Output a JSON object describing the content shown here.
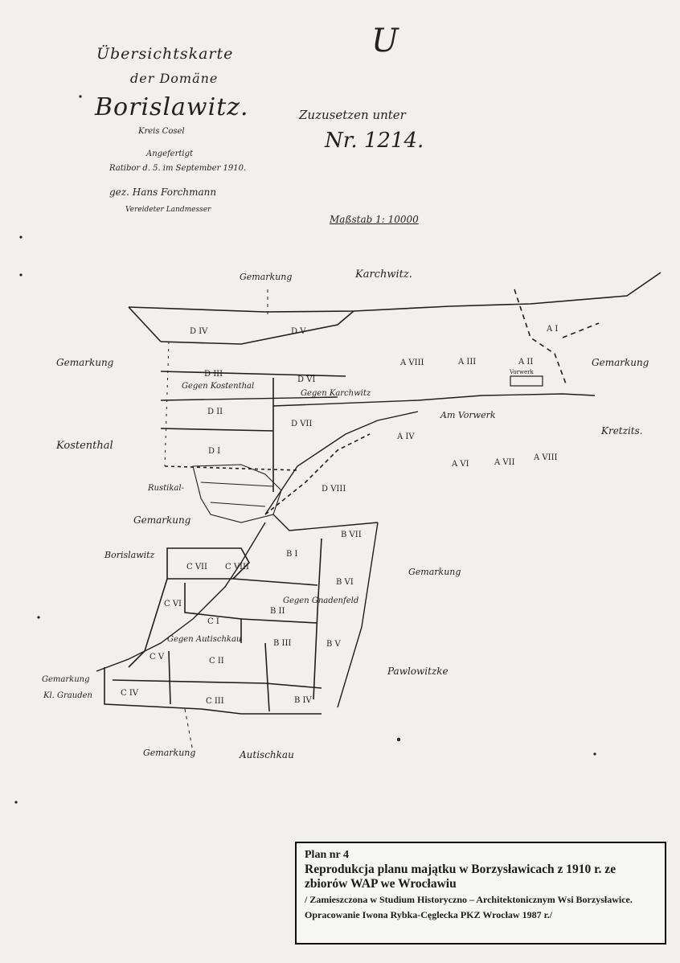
{
  "header": {
    "title_line1": "Übersichtskarte",
    "title_line2": "der Domäne",
    "title_line3": "Borislawitz.",
    "kreis": "Kreis Cosel",
    "angefertigt": "Angefertigt",
    "ratibor": "Ratibor d. 5. im September 1910.",
    "gez": "gez. Hans Forchmann",
    "vereidet": "Vereideter Landmesser",
    "mark_u": "U",
    "zusatz": "Zuzusetzen unter",
    "nr": "Nr. 1214.",
    "massstab": "Maßstab 1: 10000"
  },
  "places": {
    "gemarkung_karchwitz_1": "Gemarkung",
    "karchwitz": "Karchwitz.",
    "gemarkung_w": "Gemarkung",
    "gemarkung_e": "Gemarkung",
    "kostenthal": "Kostenthal",
    "gegen_kostenthal": "Gegen Kostenthal",
    "gegen_karchwitz": "Gegen Karchwitz",
    "am_vorwerk": "Am Vorwerk",
    "kretzits": "Kretzits.",
    "rustikal": "Rustikal-",
    "gemarkung_rust": "Gemarkung",
    "borislawitz": "Borislawitz",
    "gemarkung_se": "Gemarkung",
    "gegen_gnadenfeld": "Gegen Gnadenfeld",
    "gegen_autischkau": "Gegen Autischkau",
    "pawlowitzke": "Pawlowitzke",
    "gemarkung_kl": "Gemarkung",
    "kl_grauden": "Kl. Grauden",
    "gemarkung_s": "Gemarkung",
    "autischkau": "Autischkau"
  },
  "plots": {
    "d4": "D IV",
    "d5": "D V",
    "d3": "D III",
    "d6": "D VI",
    "d2": "D II",
    "d7": "D VII",
    "d1": "D I",
    "d8": "D VIII",
    "a1": "A I",
    "a2": "A II",
    "a3": "A III",
    "a4": "A IV",
    "a6": "A VI",
    "a7": "A VII",
    "a8": "A VIII",
    "b1": "B I",
    "b2": "B II",
    "b3": "B III",
    "b4": "B IV",
    "b5": "B V",
    "b6": "B VI",
    "b7": "B VII",
    "c1": "C I",
    "c2": "C II",
    "c3": "C III",
    "c4": "C IV",
    "c5": "C V",
    "c6": "C VI",
    "c7": "C VII",
    "c8": "C VIII",
    "vorwerk": "Vorwerk"
  },
  "legend": {
    "line1": "Plan nr 4",
    "line2a": "Reprodukcja planu majątku w Borzysławicach z 1910 r. ze",
    "line2b": "zbiorów WAP we Wrocławiu",
    "line3": "/ Zamieszczona w Studium Historyczno – Architektonicznym Wsi Borzysławice.",
    "line4": "Opracowanie Iwona Rybka-Cęglecka PKZ Wrocław 1987 r./"
  }
}
